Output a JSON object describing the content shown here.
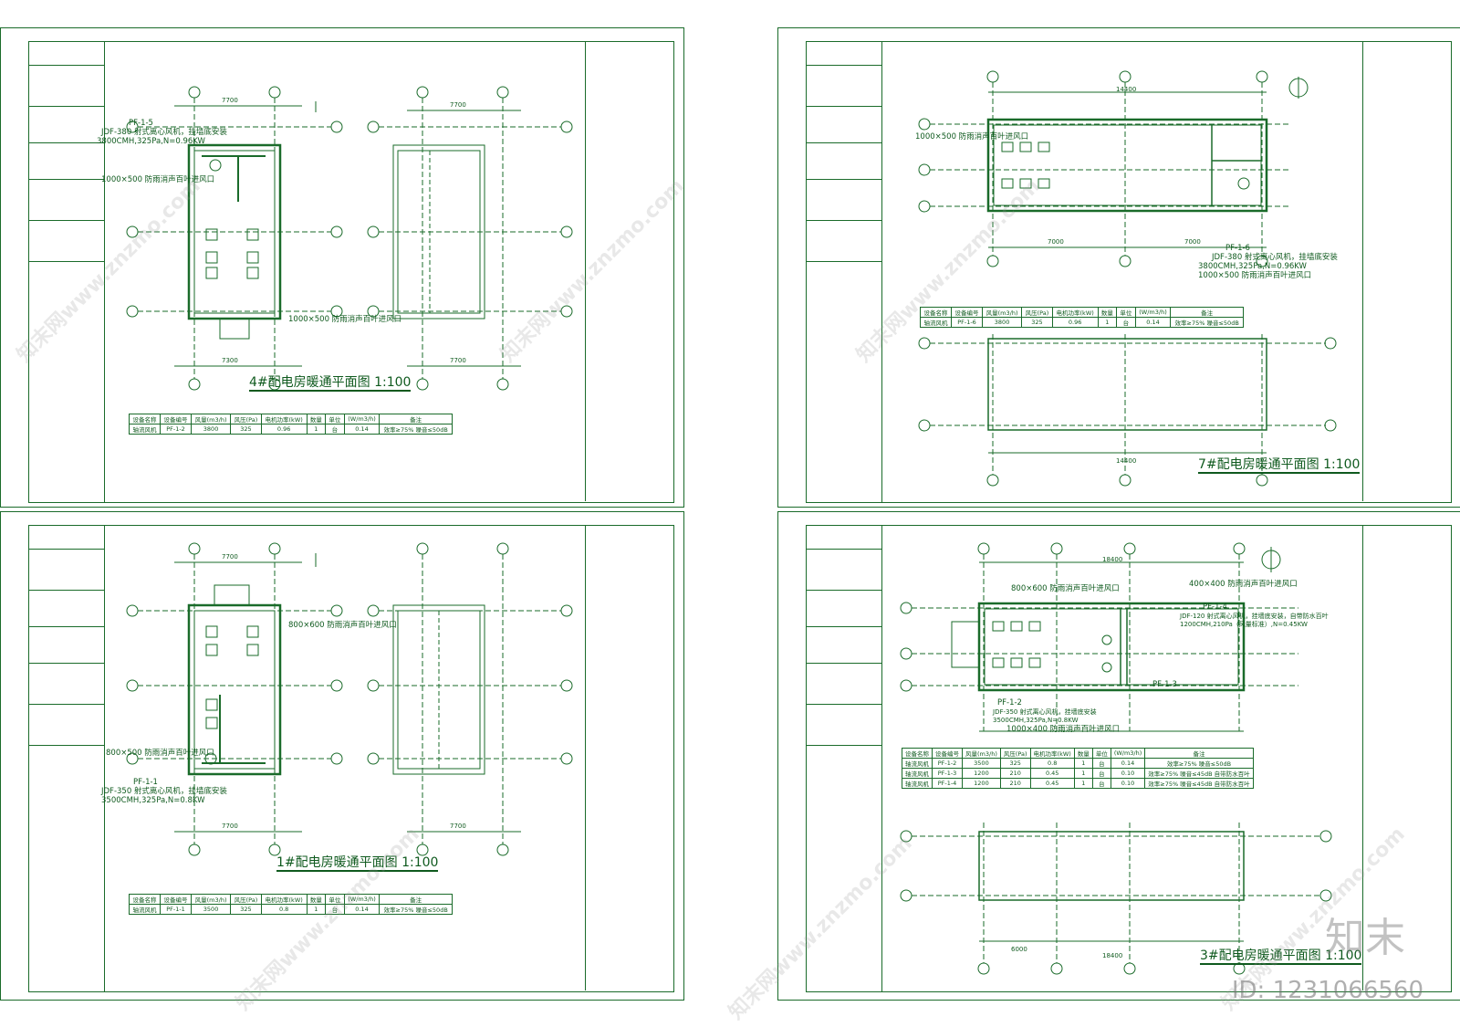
{
  "sheets": [
    {
      "title": "4#配电房暖通平面图 1:100",
      "fan_label": "PF-1-5",
      "fan_spec_1": "JDF-380 射式离心风机，挂墙底安装",
      "fan_spec_2": "3800CMH,325Pa,N=0.96KW",
      "louver_1": "1000×500 防雨消声百叶进风口",
      "louver_2": "1000×500 防雨消声百叶进风口",
      "table_header": [
        "设备名称",
        "设备编号",
        "风量(m3/h)",
        "风压(Pa)",
        "电机功率(kW)",
        "数量",
        "单位",
        "(W/m3/h)",
        "备注"
      ],
      "table_row": [
        "轴流风机",
        "PF-1-2",
        "3800",
        "325",
        "0.96",
        "1",
        "台",
        "0.14",
        "效率≥75% 噪音≤50dB"
      ]
    },
    {
      "title": "7#配电房暖通平面图 1:100",
      "fan_label": "PF-1-6",
      "fan_spec_1": "JDF-380 射式离心风机，挂墙底安装",
      "fan_spec_2": "3800CMH,325Pa,N=0.96KW",
      "louver_1": "1000×500 防雨消声百叶进风口",
      "louver_2": "1000×500 防雨消声百叶进风口",
      "table_header": [
        "设备名称",
        "设备编号",
        "风量(m3/h)",
        "风压(Pa)",
        "电机功率(kW)",
        "数量",
        "单位",
        "(W/m3/h)",
        "备注"
      ],
      "table_row": [
        "轴流风机",
        "PF-1-6",
        "3800",
        "325",
        "0.96",
        "1",
        "台",
        "0.14",
        "效率≥75% 噪音≤50dB"
      ]
    },
    {
      "title": "1#配电房暖通平面图 1:100",
      "fan_label": "PF-1-1",
      "fan_spec_1": "JDF-350 射式离心风机，挂墙底安装",
      "fan_spec_2": "3500CMH,325Pa,N=0.8KW",
      "louver_1": "800×600 防雨消声百叶进风口",
      "louver_2": "800×500 防雨消声百叶进风口",
      "table_header": [
        "设备名称",
        "设备编号",
        "风量(m3/h)",
        "风压(Pa)",
        "电机功率(kW)",
        "数量",
        "单位",
        "(W/m3/h)",
        "备注"
      ],
      "table_row": [
        "轴流风机",
        "PF-1-1",
        "3500",
        "325",
        "0.8",
        "1",
        "台",
        "0.14",
        "效率≥75% 噪音≤50dB"
      ]
    },
    {
      "title": "3#配电房暖通平面图 1:100",
      "fan_label": "PF-1-4",
      "fan_label_b": "PF-1-3",
      "fan_label_c": "PF-1-2",
      "fan_spec_1": "JDF-120 射式离心风机，挂墙底安装，自带防水百叶",
      "fan_spec_2": "1200CMH,210Pa（风量标准）,N=0.45KW",
      "fan_spec_3": "JDF-350 射式离心风机，挂墙底安装",
      "fan_spec_4": "3500CMH,325Pa,N=0.8KW",
      "louver_1": "800×600 防雨消声百叶进风口",
      "louver_2": "400×400 防雨消声百叶进风口",
      "louver_3": "1000×400 防雨消声百叶进风口",
      "table_header": [
        "设备名称",
        "设备编号",
        "风量(m3/h)",
        "风压(Pa)",
        "电机功率(kW)",
        "数量",
        "单位",
        "(W/m3/h)",
        "备注"
      ],
      "table_rows": [
        [
          "轴流风机",
          "PF-1-2",
          "3500",
          "325",
          "0.8",
          "1",
          "台",
          "0.14",
          "效率≥75% 噪音≤50dB"
        ],
        [
          "轴流风机",
          "PF-1-3",
          "1200",
          "210",
          "0.45",
          "1",
          "台",
          "0.10",
          "效率≥75% 噪音≤45dB 自带防水百叶"
        ],
        [
          "轴流风机",
          "PF-1-4",
          "1200",
          "210",
          "0.45",
          "1",
          "台",
          "0.10",
          "效率≥75% 噪音≤45dB 自带防水百叶"
        ]
      ]
    }
  ],
  "dims": {
    "d7700": "7700",
    "d7300": "7300",
    "d14400": "14400",
    "d7000": "7000",
    "d18400": "18400",
    "d6000": "6000"
  },
  "watermark": "知末网www.znzmo.com",
  "brand": "知末",
  "id_text": "ID: 1231066560",
  "colors": {
    "line": "#1a6b2a",
    "text": "#0f5a1e"
  }
}
